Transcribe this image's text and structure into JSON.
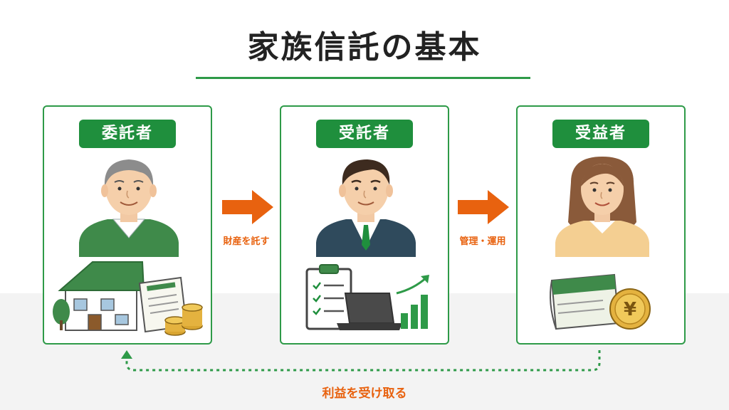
{
  "title": "家族信託の基本",
  "roles": [
    {
      "label": "委託者"
    },
    {
      "label": "受託者"
    },
    {
      "label": "受益者"
    }
  ],
  "flows": [
    {
      "label": "財産を託す"
    },
    {
      "label": "管理・運用"
    }
  ],
  "return_flow": {
    "label": "利益を受け取る"
  },
  "colors": {
    "accent_green": "#2e9a48",
    "badge_green": "#1f8f3d",
    "arrow_orange": "#e8620f"
  },
  "icons": [
    "house-icon",
    "document-icon",
    "coins-icon",
    "clipboard-icon",
    "laptop-icon",
    "growth-chart-icon",
    "passbook-icon",
    "yen-coin-icon"
  ]
}
